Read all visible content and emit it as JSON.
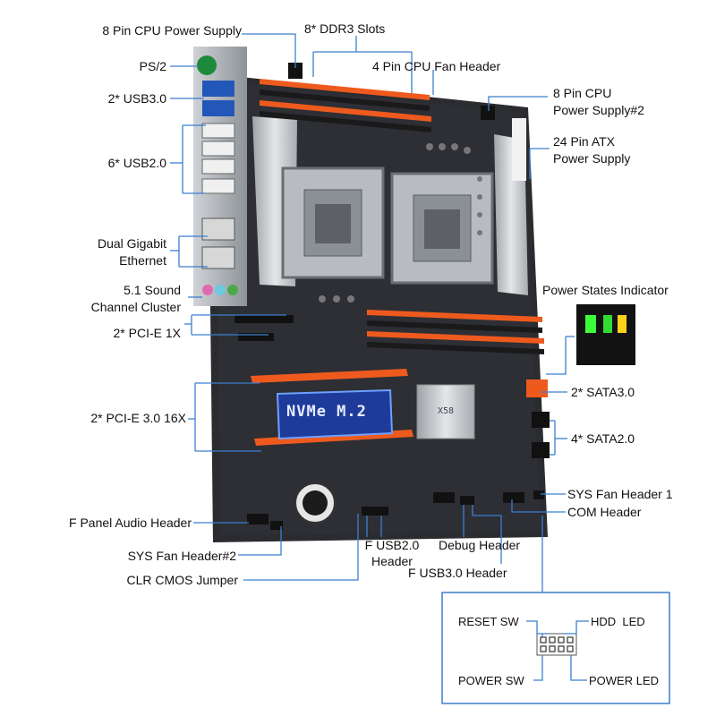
{
  "labels": {
    "cpu_power": "8 Pin CPU Power Supply",
    "ddr3": "8* DDR3 Slots",
    "cpu_fan": "4 Pin CPU Fan Header",
    "cpu_power2_l1": "8 Pin CPU",
    "cpu_power2_l2": "Power Supply#2",
    "atx_l1": "24 Pin ATX",
    "atx_l2": "Power Supply",
    "ps2": "PS/2",
    "usb3": "2* USB3.0",
    "usb2": "6* USB2.0",
    "eth_l1": "Dual Gigabit",
    "eth_l2": "Ethernet",
    "sound_l1": "5.1 Sound",
    "sound_l2": "Channel Cluster",
    "power_states": "Power States Indicator",
    "pcie1x": "2* PCI-E 1X",
    "sata3": "2* SATA3.0",
    "pcie16x": "2* PCI-E 3.0 16X",
    "sata2": "4* SATA2.0",
    "sys_fan1": "SYS Fan Header 1",
    "com": "COM Header",
    "fp_audio": "F Panel Audio Header",
    "usb20_hdr_l1": "F USB2.0",
    "usb20_hdr_l2": "Header",
    "debug": "Debug Header",
    "sys_fan2": "SYS Fan Header#2",
    "usb30_hdr": "F USB3.0 Header",
    "clr_cmos": "CLR CMOS Jumper"
  },
  "board": {
    "nvme_label": "NVMe M.2"
  },
  "panel": {
    "reset_sw": "RESET SW",
    "hdd_led": "HDD  LED",
    "power_sw": "POWER SW",
    "power_led": "POWER LED"
  },
  "colors": {
    "pcb": "#2a2c30",
    "orange": "#ee5a1e",
    "leader": "#3b7fd0",
    "heatsink": "#c9cdd2",
    "led_green": "#3bff3a",
    "led_yellow": "#ffd21a"
  }
}
